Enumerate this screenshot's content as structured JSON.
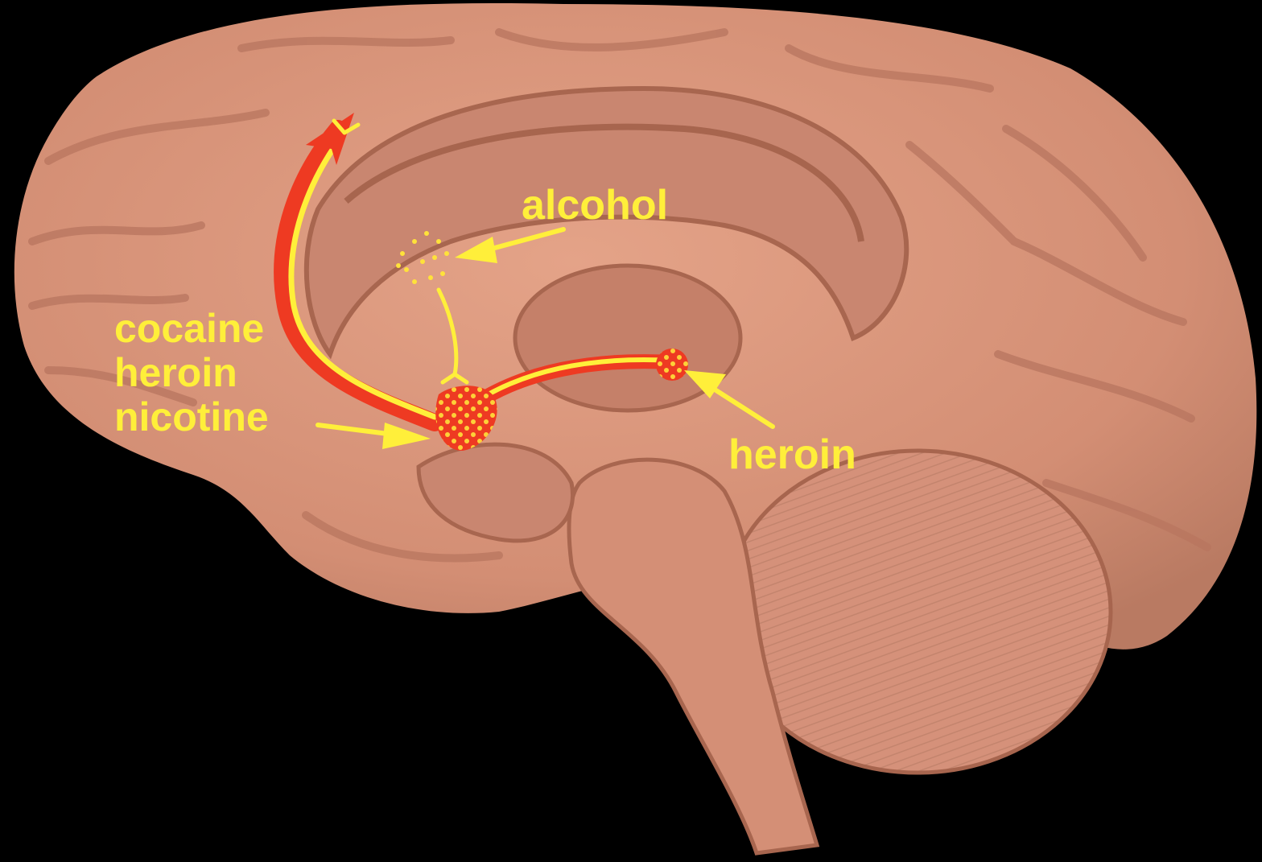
{
  "colors": {
    "background": "#000000",
    "brain": "#d9957b",
    "brain_dark": "#b47560",
    "brain_light": "#e9ad92",
    "pathway_red": "#ee3a22",
    "pathway_yellow": "#ffef3a",
    "label": "#ffef3a"
  },
  "labels": {
    "alcohol": "alcohol",
    "left_group": [
      "cocaine",
      "heroin",
      "nicotine"
    ],
    "heroin_right": "heroin"
  }
}
